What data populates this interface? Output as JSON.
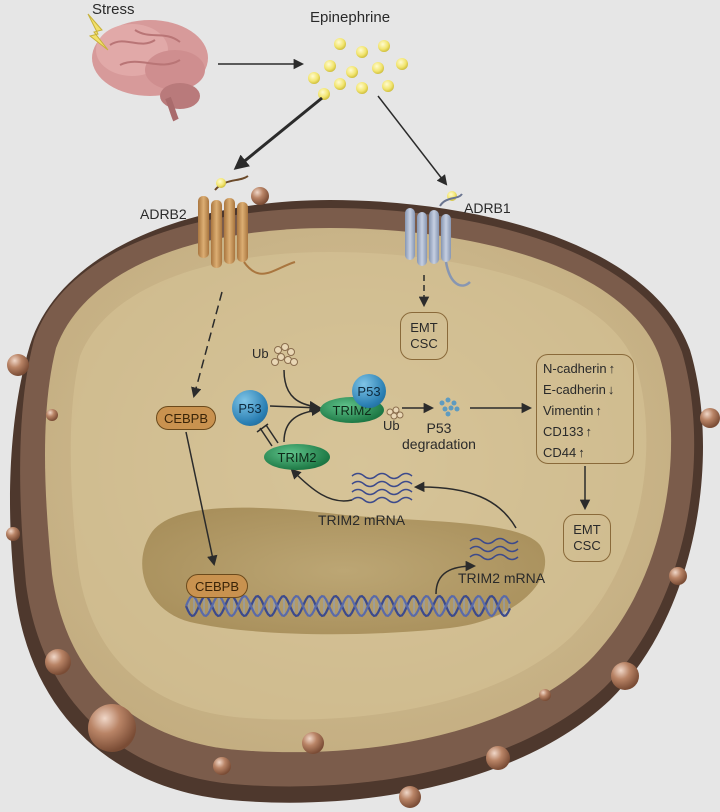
{
  "labels": {
    "stress": "Stress",
    "epinephrine": "Epinephrine",
    "adrb2": "ADRB2",
    "adrb1": "ADRB1",
    "ub_top": "Ub",
    "ub_bound": "Ub",
    "p53_free": "P53",
    "p53_bound": "P53",
    "trim2_complex": "TRIM2",
    "trim2_free": "TRIM2",
    "p53_degradation": "P53\ndegradation",
    "cebpb_cyto": "CEBPB",
    "cebpb_nuc": "CEBPB",
    "trim2_mrna_cyto": "TRIM2 mRNA",
    "trim2_mrna_nuc": "TRIM2 mRNA",
    "emt_top": "EMT",
    "csc_top": "CSC",
    "emt_bottom": "EMT",
    "csc_bottom": "CSC"
  },
  "markers": [
    {
      "name": "N-cadherin",
      "direction": "up"
    },
    {
      "name": "E-cadherin",
      "direction": "down"
    },
    {
      "name": "Vimentin",
      "direction": "up"
    },
    {
      "name": "CD133",
      "direction": "up"
    },
    {
      "name": "CD44",
      "direction": "up"
    }
  ],
  "colors": {
    "background": "#e6e6e6",
    "membrane_outer": "#6b4f42",
    "cytoplasm": "#c8b48a",
    "nucleus": "#b39c68",
    "cebpb_fill": "#c9924f",
    "trim2_green": "#2e9a5a",
    "p53_blue": "#2a7fb3",
    "adrb2_receptor": "#c89a63",
    "adrb1_receptor": "#a9b6cc",
    "epinephrine_dot": "#f1ea7a"
  },
  "icons": [
    "brain-icon",
    "lightning-icon",
    "dna-helix-icon",
    "mrna-icon"
  ]
}
